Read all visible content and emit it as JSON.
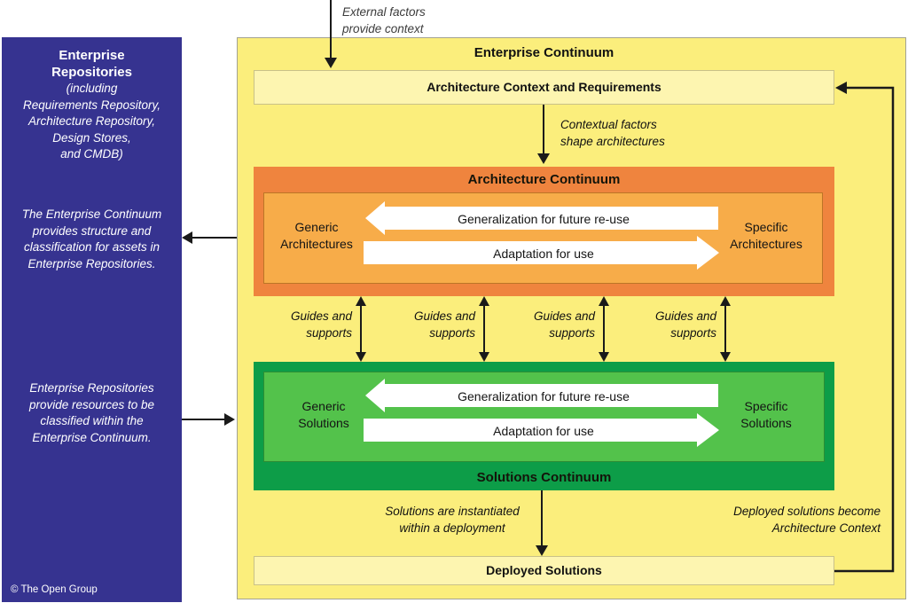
{
  "left_panel": {
    "title": "Enterprise\nRepositories",
    "subtitle": "(including\nRequirements Repository,\nArchitecture Repository,\nDesign Stores,\nand CMDB)",
    "note_top": "The Enterprise Continuum\nprovides structure and\nclassification for assets in\nEnterprise Repositories.",
    "note_bottom": "Enterprise Repositories\nprovide resources to be\nclassified within the\nEnterprise Continuum.",
    "copyright": "© The Open Group"
  },
  "continuum": {
    "title": "Enterprise Continuum",
    "context_bar_label": "Architecture Context and Requirements",
    "deployed_bar_label": "Deployed Solutions"
  },
  "architecture_continuum": {
    "title": "Architecture Continuum",
    "left_label": "Generic\nArchitectures",
    "right_label": "Specific\nArchitectures",
    "arrow_top_label": "Generalization for future re-use",
    "arrow_bottom_label": "Adaptation for use"
  },
  "solutions_continuum": {
    "title": "Solutions Continuum",
    "left_label": "Generic\nSolutions",
    "right_label": "Specific\nSolutions",
    "arrow_top_label": "Generalization for future re-use",
    "arrow_bottom_label": "Adaptation for use"
  },
  "annotations": {
    "external": "External factors\nprovide context",
    "contextual": "Contextual factors\nshape architectures",
    "guides": [
      "Guides and\nsupports",
      "Guides and\nsupports",
      "Guides and\nsupports",
      "Guides and\nsupports"
    ],
    "instantiated": "Solutions are instantiated\nwithin a deployment",
    "deployed_become": "Deployed solutions become\nArchitecture Context"
  },
  "colors": {
    "repository_panel": "#363390",
    "enterprise_continuum_bg": "#fbee7c",
    "bar_bg": "#fdf5b0",
    "architecture_outer": "#ef843e",
    "architecture_inner": "#f7ac49",
    "solutions_outer": "#0d9d48",
    "solutions_inner": "#53c24b",
    "connector": "#1a1a1a"
  }
}
